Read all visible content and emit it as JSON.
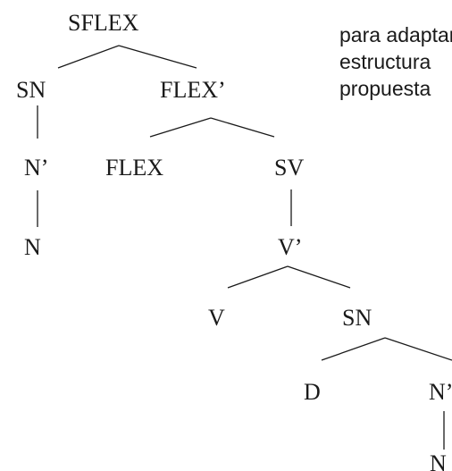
{
  "tree": {
    "nodes": [
      {
        "id": "sflex",
        "label": "SFLEX"
      },
      {
        "id": "sn1",
        "label": "SN"
      },
      {
        "id": "flexbar",
        "label": "FLEX’"
      },
      {
        "id": "n1bar",
        "label": "N’"
      },
      {
        "id": "n1",
        "label": "N"
      },
      {
        "id": "flex",
        "label": "FLEX"
      },
      {
        "id": "sv",
        "label": "SV"
      },
      {
        "id": "vbar",
        "label": "V’"
      },
      {
        "id": "v",
        "label": "V"
      },
      {
        "id": "sn2",
        "label": "SN"
      },
      {
        "id": "d",
        "label": "D"
      },
      {
        "id": "n2bar",
        "label": "N’"
      },
      {
        "id": "n2",
        "label": "N"
      }
    ],
    "edges": [
      [
        "sflex",
        "sn1"
      ],
      [
        "sflex",
        "flexbar"
      ],
      [
        "sn1",
        "n1bar"
      ],
      [
        "n1bar",
        "n1"
      ],
      [
        "flexbar",
        "flex"
      ],
      [
        "flexbar",
        "sv"
      ],
      [
        "sv",
        "vbar"
      ],
      [
        "vbar",
        "v"
      ],
      [
        "vbar",
        "sn2"
      ],
      [
        "sn2",
        "d"
      ],
      [
        "sn2",
        "n2bar"
      ],
      [
        "n2bar",
        "n2"
      ]
    ]
  },
  "side_text": {
    "line1": "para adaptar",
    "line2": "estructura",
    "line3": "propuesta"
  }
}
